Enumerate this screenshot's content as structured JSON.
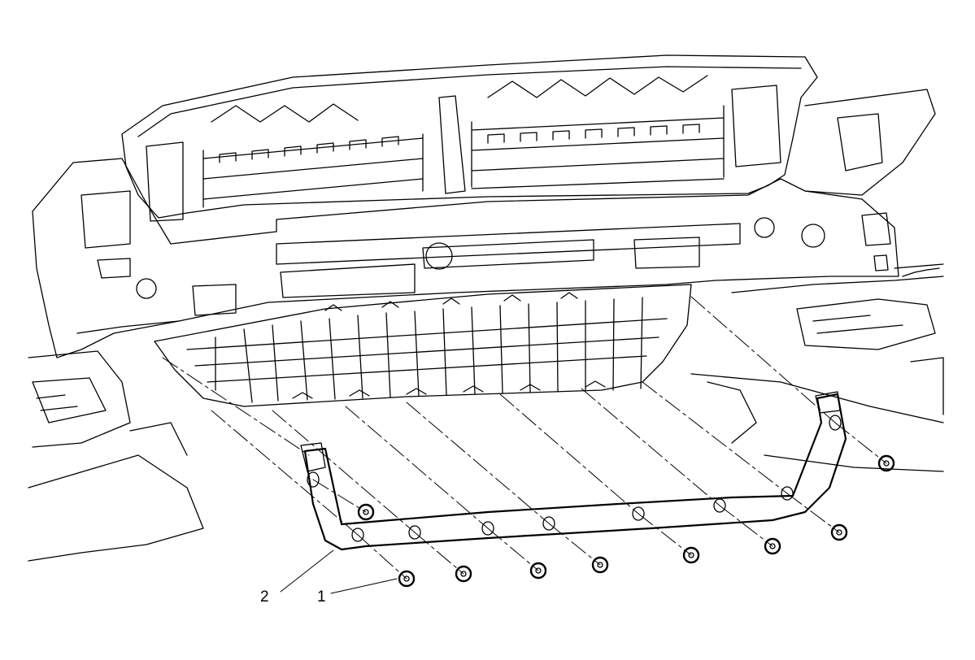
{
  "callouts": [
    {
      "number": "2",
      "part": "bracket"
    },
    {
      "number": "1",
      "part": "fastener"
    }
  ],
  "colors": {
    "line": "#000000",
    "background": "#ffffff"
  }
}
